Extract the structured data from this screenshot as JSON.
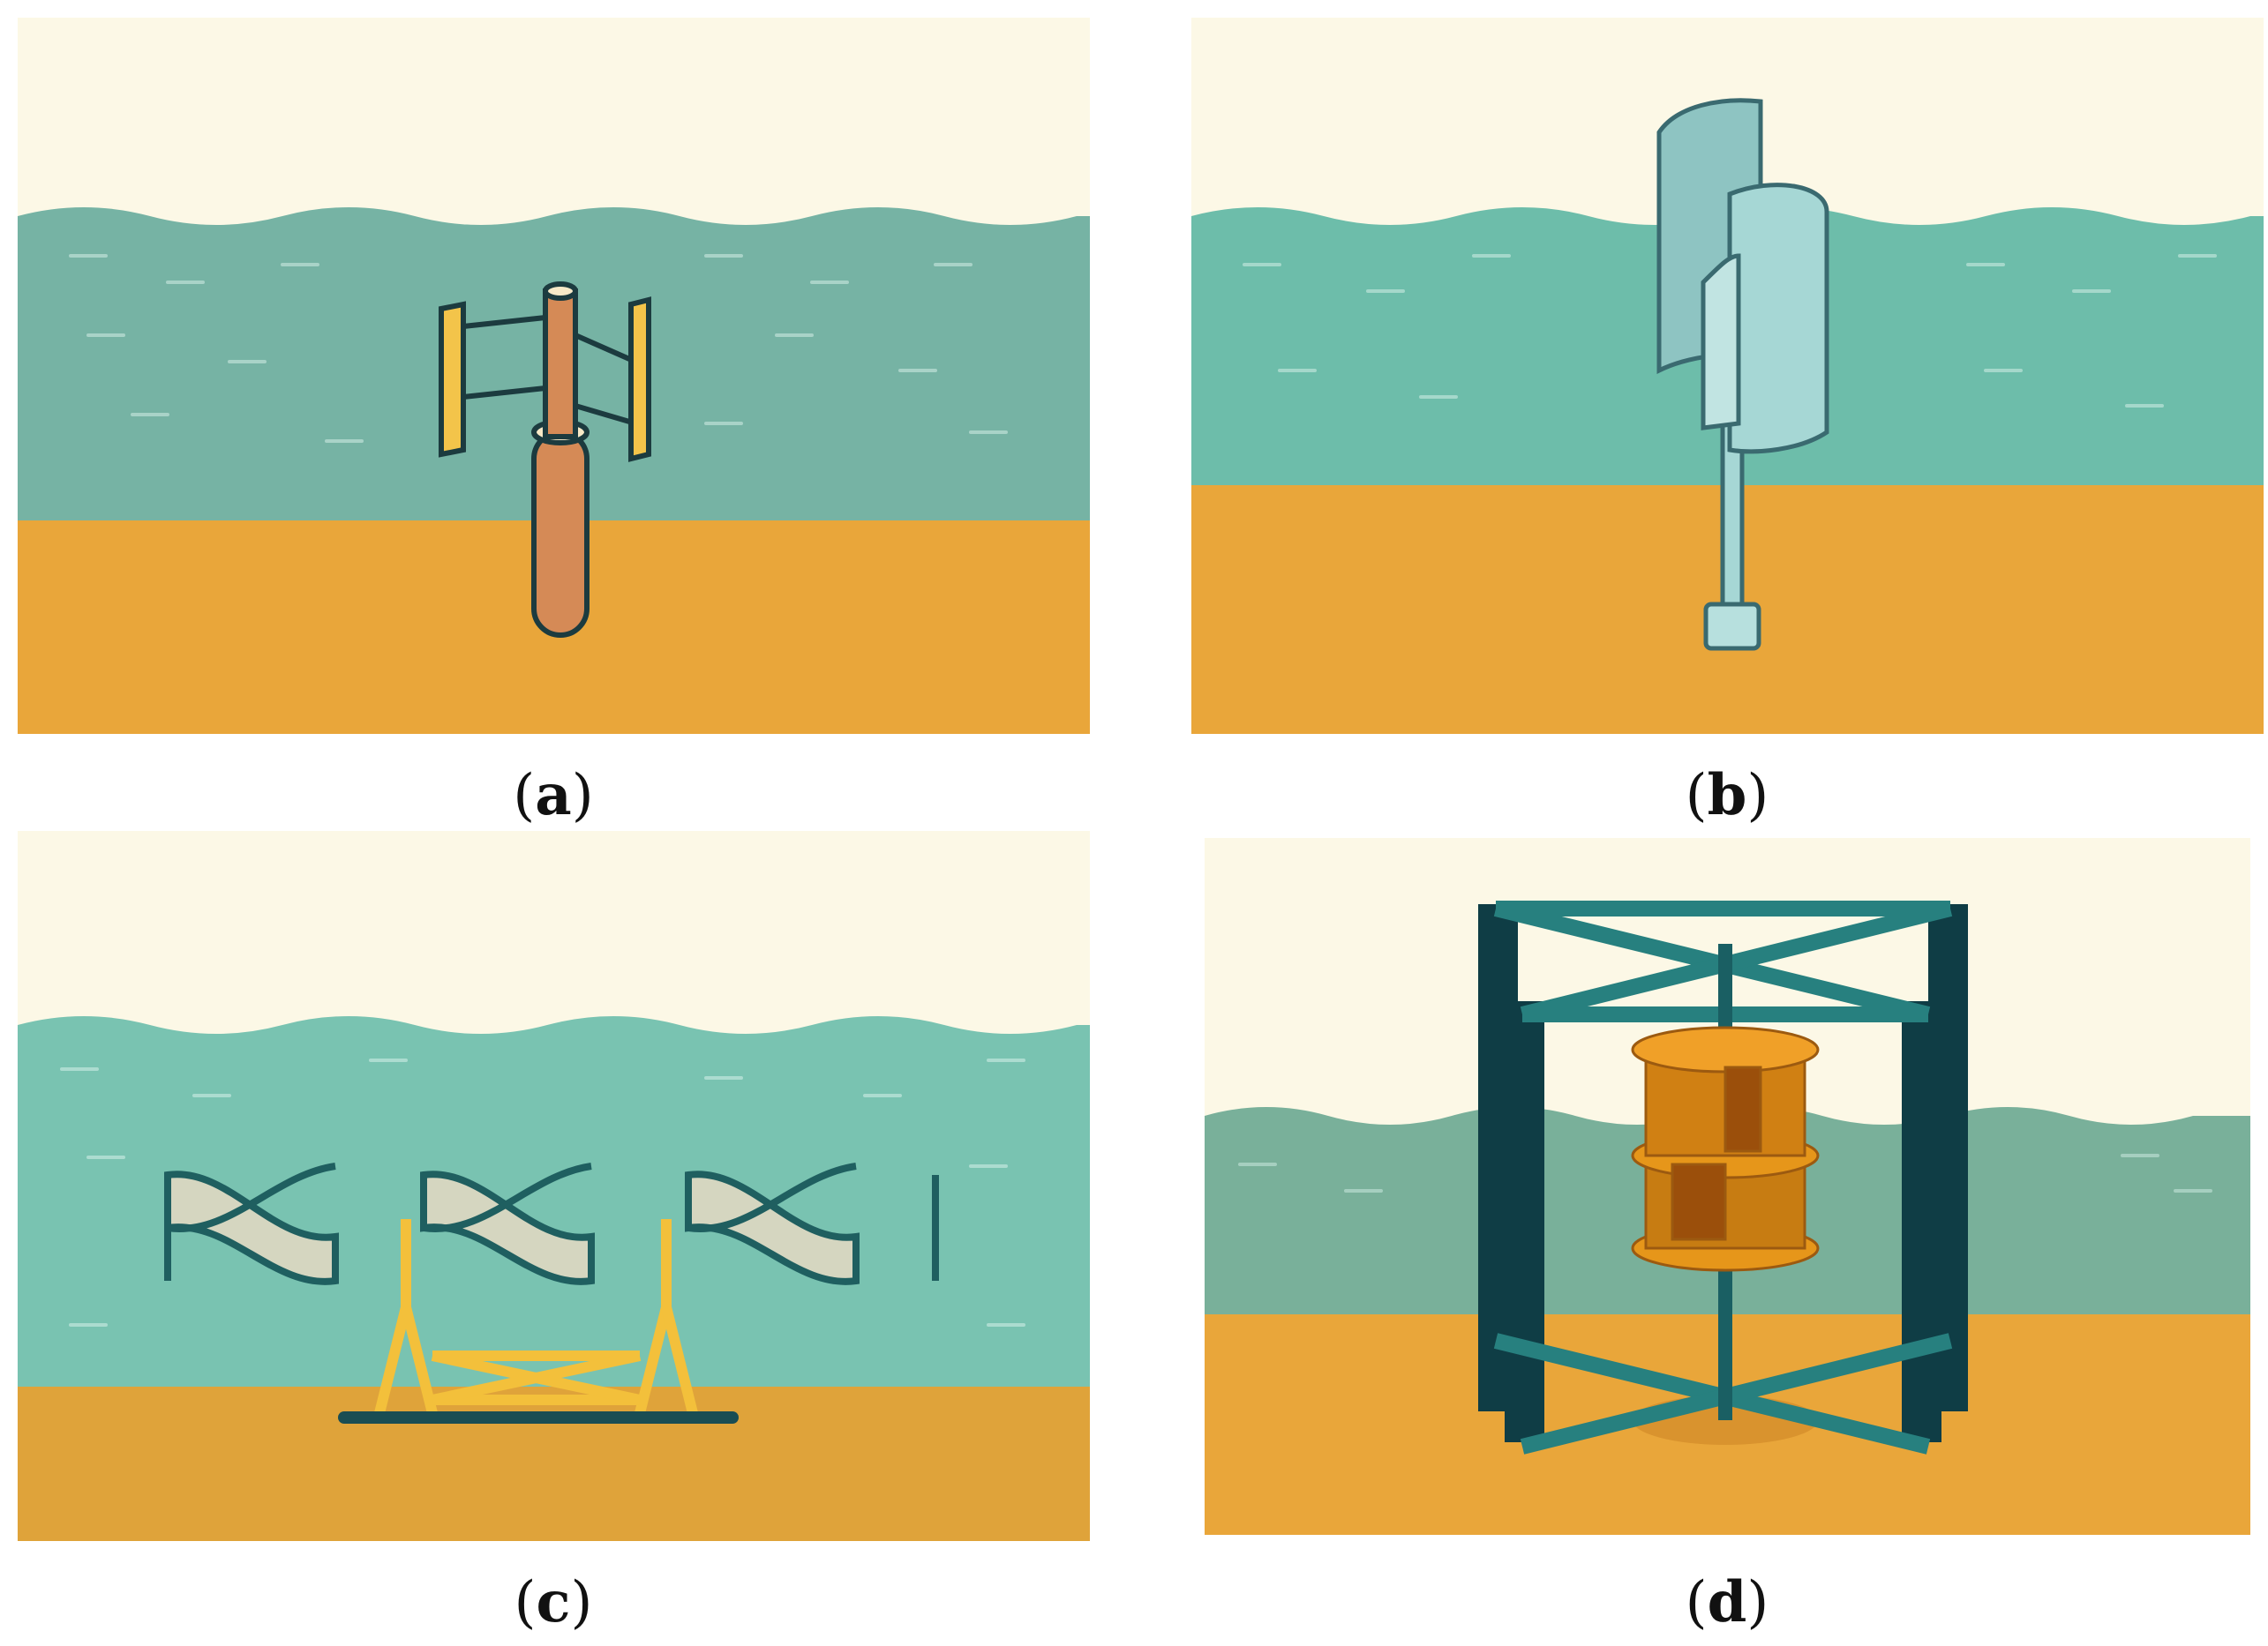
{
  "panels": [
    {
      "id": "a",
      "label": "a",
      "description_icon": "vertical-axis-darrieus-h-rotor-turbine"
    },
    {
      "id": "b",
      "label": "b",
      "description_icon": "savonius-helical-turbine"
    },
    {
      "id": "c",
      "label": "c",
      "description_icon": "helical-gorlov-triple-turbine-on-frame"
    },
    {
      "id": "d",
      "label": "d",
      "description_icon": "savonius-turbine-in-square-frame"
    }
  ],
  "colors": {
    "sky": "#FCF8E6",
    "water_a": "#76B3A4",
    "water_b": "#6DBDAA",
    "water_c": "#79C3B1",
    "water_d": "#79B09A",
    "seabed": "#E9A63A",
    "seabed_c": "#DFA33A",
    "frame_dark": "#123F48",
    "teal_frame": "#27807F",
    "rotor_orange": "#D08013",
    "support_yellow": "#F3C03B"
  }
}
